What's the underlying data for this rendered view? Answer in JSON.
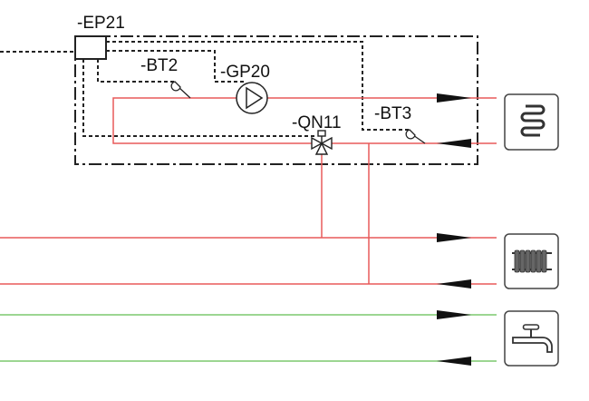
{
  "labels": {
    "controller": "-EP21",
    "sensor_supply": "-BT2",
    "pump": "-GP20",
    "valve": "-QN11",
    "sensor_return": "-BT3"
  },
  "colors": {
    "heating_line": "#e85a5a",
    "hot_water_line": "#7cc86e",
    "frame": "#222222"
  },
  "icons": [
    "floor-heating-icon",
    "radiator-icon",
    "hot-water-tap-icon"
  ]
}
